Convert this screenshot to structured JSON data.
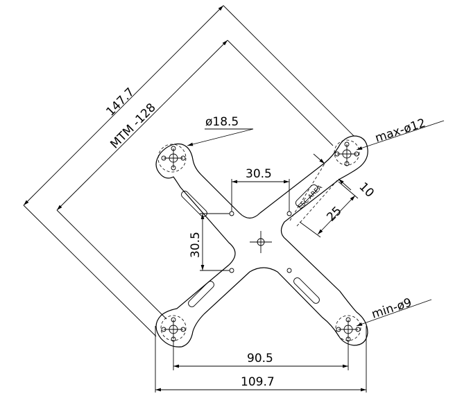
{
  "drawing": {
    "dims": {
      "d147": "147.7",
      "mtm": "MTM -128",
      "hole_large": "ø18.5",
      "hole_max": "max-ø12",
      "hole_min": "min-ø9",
      "center_w": "30.5",
      "center_h": "30.5",
      "esc_area": "ESC AREA",
      "d25": "25",
      "d10": "10",
      "d90": "90.5",
      "d109": "109.7"
    }
  }
}
